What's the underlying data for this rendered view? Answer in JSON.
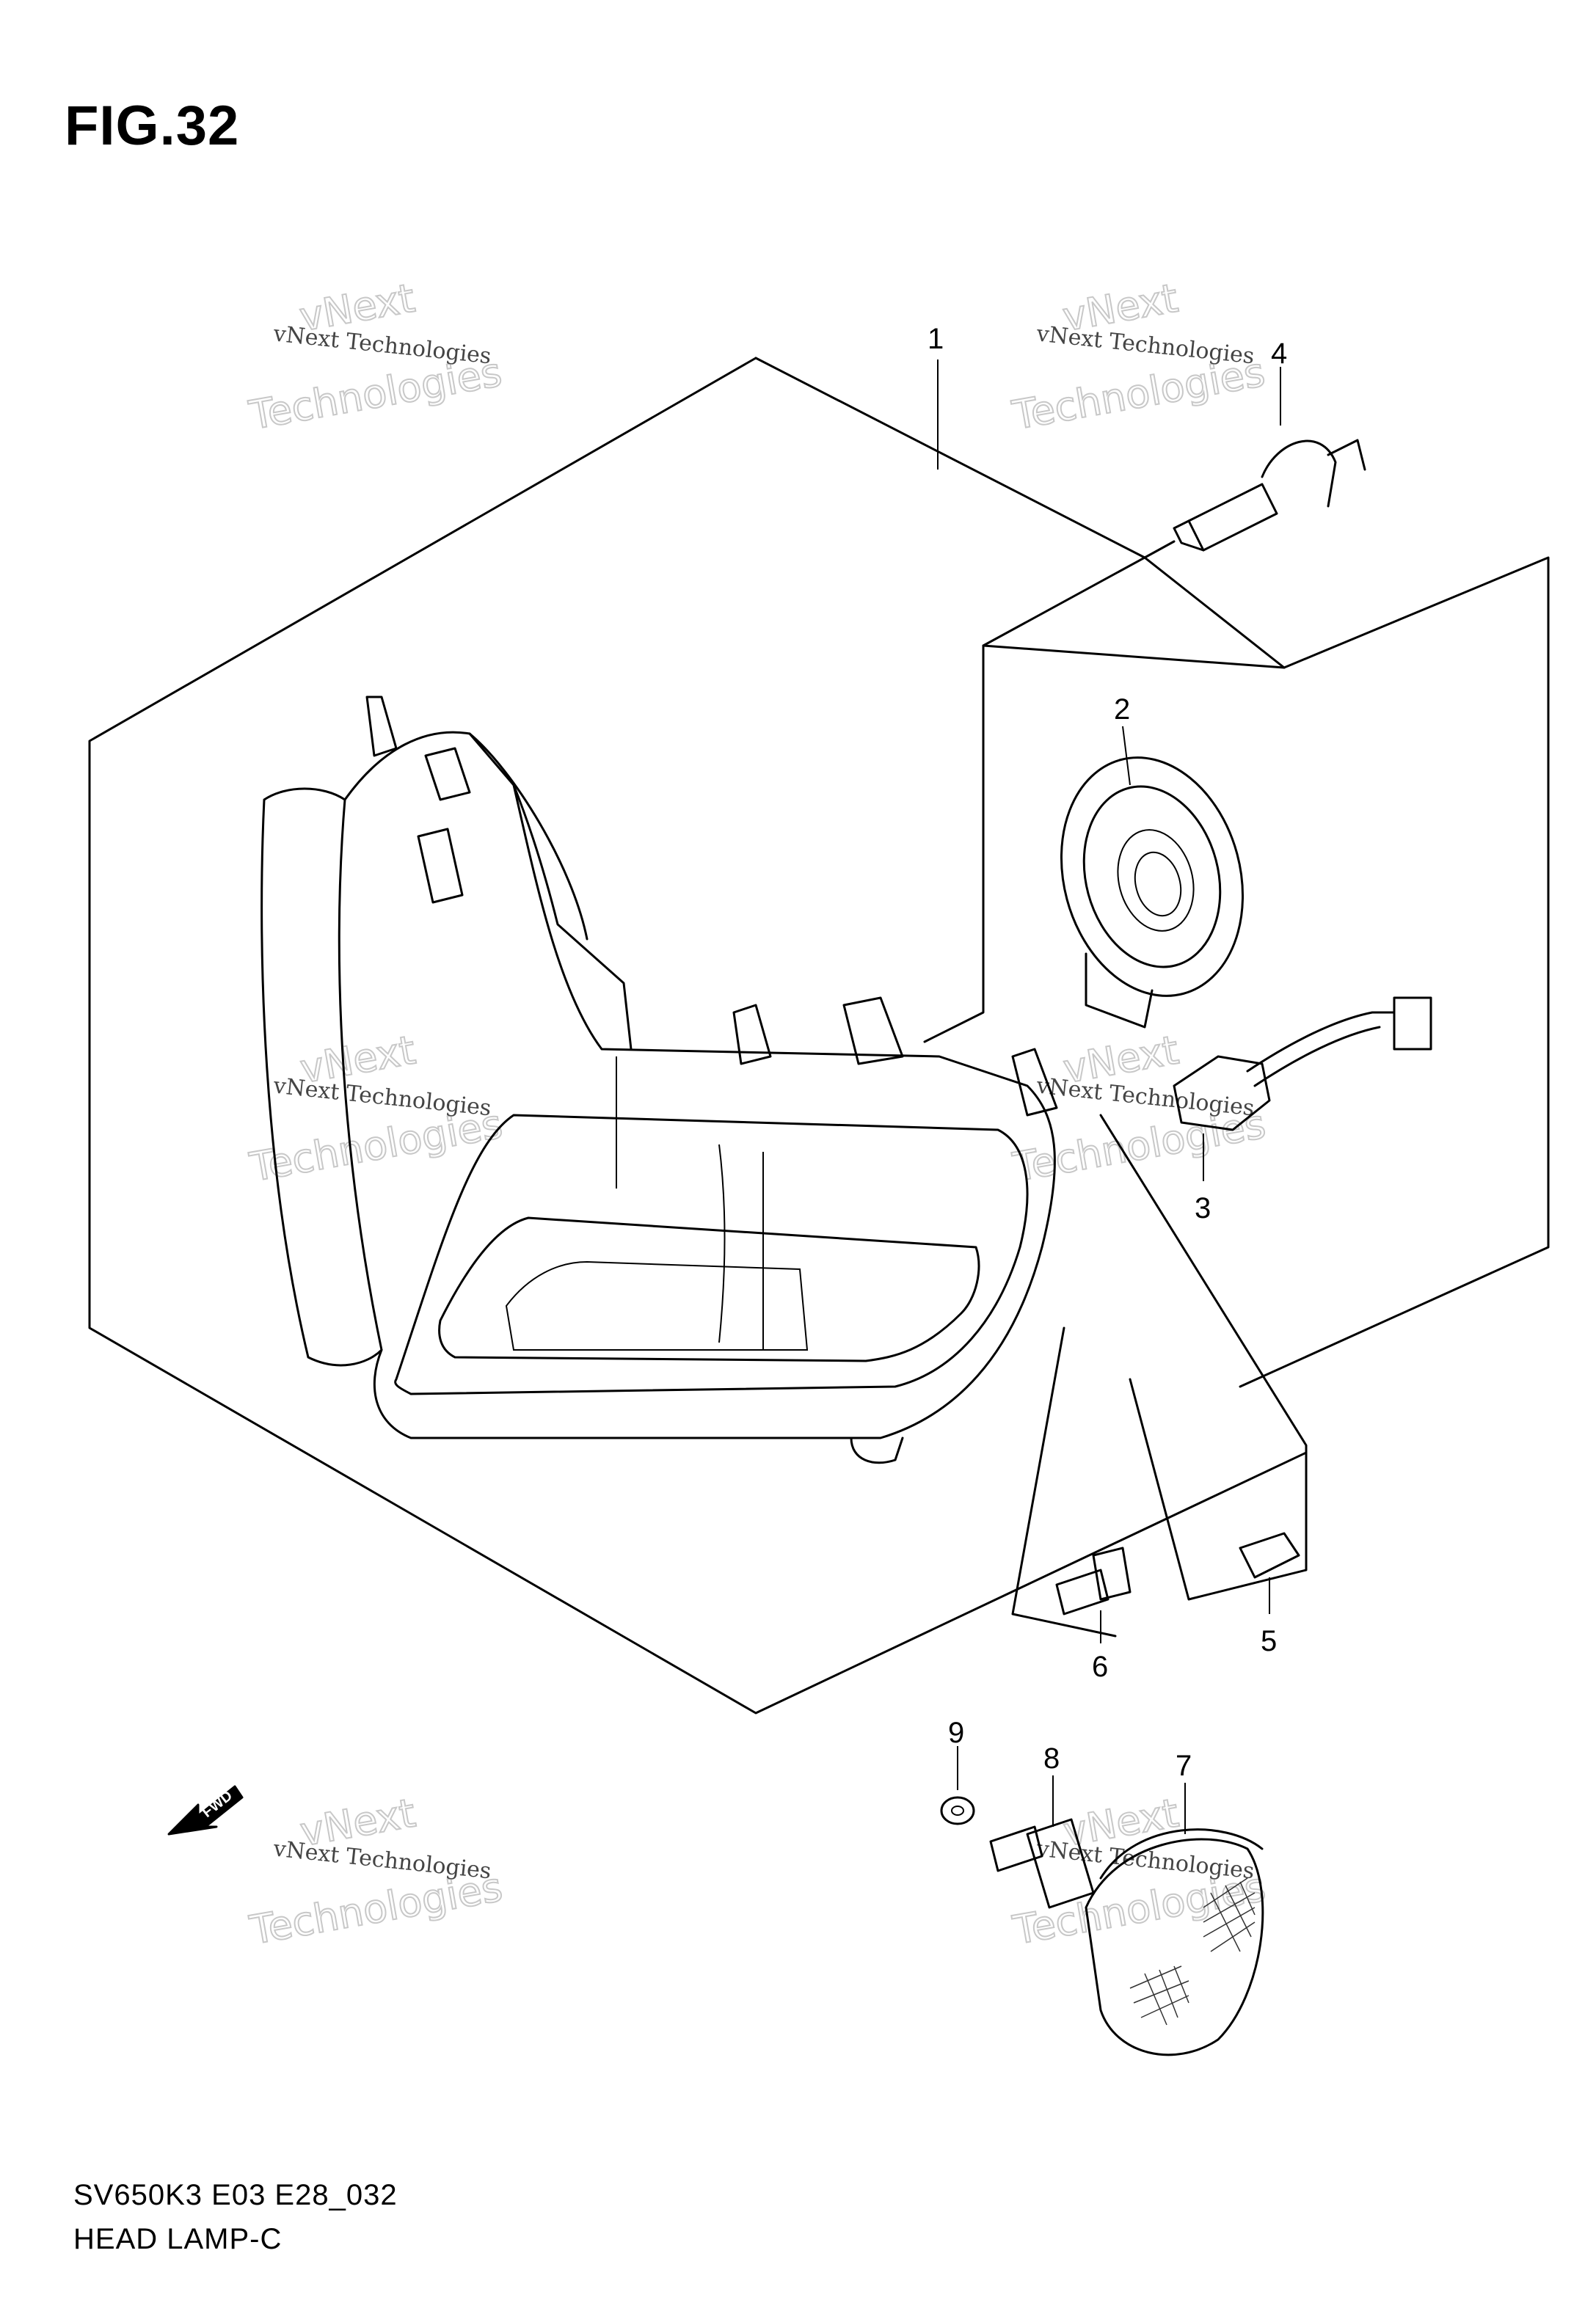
{
  "figure": {
    "label": "FIG.32",
    "model_code": "SV650K3 E03 E28_032",
    "section_name": "HEAD LAMP-C"
  },
  "callouts": [
    "1",
    "2",
    "3",
    "4",
    "5",
    "6",
    "7",
    "8",
    "9"
  ],
  "fwd_label": "FWD",
  "watermark": {
    "small_text": "vNext Technologies",
    "top_word": "vNext",
    "big_word": "Technologies"
  },
  "colors": {
    "line": "#000000",
    "background": "#ffffff",
    "watermark": "#c8c8c8"
  }
}
